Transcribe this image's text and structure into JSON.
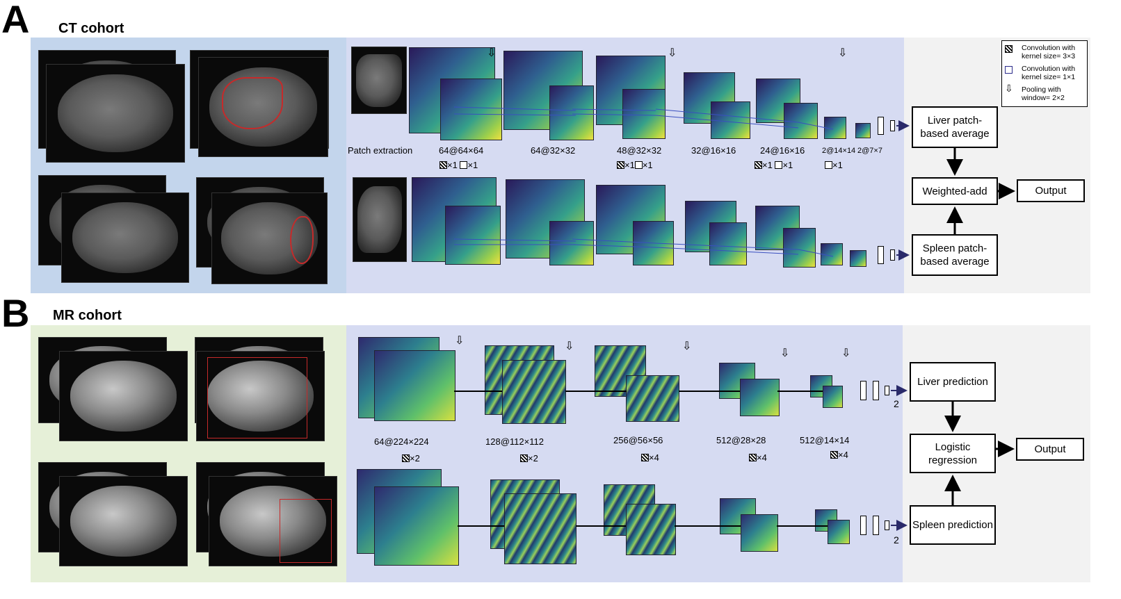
{
  "panels": {
    "a": {
      "letter": "A",
      "title": "CT cohort"
    },
    "b": {
      "letter": "B",
      "title": "MR cohort"
    }
  },
  "ct": {
    "patch_extraction": "Patch extraction",
    "layers": [
      {
        "size": "64@64×64",
        "ops": [
          {
            "kind": "conv3x3",
            "count": "×1"
          },
          {
            "kind": "conv1x1",
            "count": "×1"
          }
        ]
      },
      {
        "size": "64@32×32",
        "ops": []
      },
      {
        "size": "48@32×32",
        "ops": [
          {
            "kind": "conv3x3",
            "count": "×1"
          },
          {
            "kind": "conv1x1",
            "count": "×1"
          }
        ]
      },
      {
        "size": "32@16×16",
        "ops": []
      },
      {
        "size": "24@16×16",
        "ops": [
          {
            "kind": "conv3x3",
            "count": "×1"
          },
          {
            "kind": "conv1x1",
            "count": "×1"
          }
        ]
      },
      {
        "size": "2@14×14",
        "ops": [
          {
            "kind": "conv1x1",
            "count": "×1"
          }
        ]
      },
      {
        "size": "2@7×7",
        "ops": []
      }
    ],
    "boxes": {
      "liver": "Liver patch-based average",
      "spleen": "Spleen patch-based average",
      "combine": "Weighted-add",
      "output": "Output"
    }
  },
  "mr": {
    "layers": [
      {
        "size": "64@224×224",
        "op": "×2"
      },
      {
        "size": "128@112×112",
        "op": "×2"
      },
      {
        "size": "256@56×56",
        "op": "×4"
      },
      {
        "size": "512@28×28",
        "op": "×4"
      },
      {
        "size": "512@14×14",
        "op": "×4"
      }
    ],
    "fc_output": "2",
    "boxes": {
      "liver": "Liver prediction",
      "spleen": "Spleen prediction",
      "combine": "Logistic regression",
      "output": "Output"
    }
  },
  "legend": {
    "conv3": "Convolution with kernel size= 3×3",
    "conv1": "Convolution with kernel size= 1×1",
    "pool": "Pooling with window= 2×2"
  }
}
